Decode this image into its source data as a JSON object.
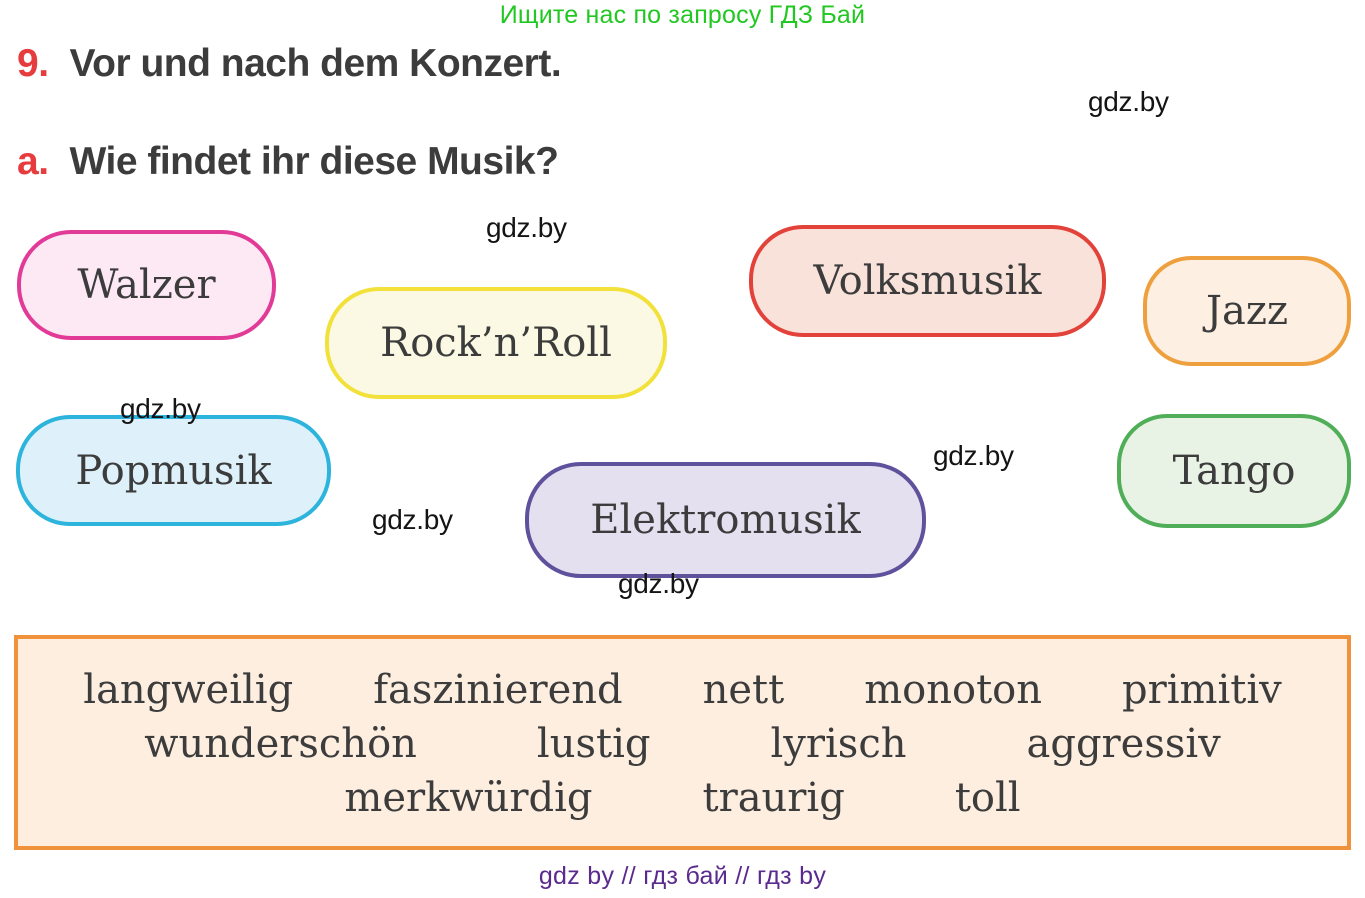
{
  "banner": {
    "text": "Ищите нас по запросу ГДЗ Бай",
    "color": "#22c822"
  },
  "headings": {
    "h1_num": "9.",
    "h1_text": "Vor und nach dem Konzert.",
    "h2_num": "a.",
    "h2_text": "Wie findet ihr diese Musik?",
    "accent_color": "#e73c3e",
    "text_color": "#3c3c3c"
  },
  "watermarks": {
    "top_right": "gdz.by",
    "above_rocknroll": "gdz.by",
    "above_popmusik": "gdz.by",
    "mid_left": "gdz.by",
    "right_of_elektro": "gdz.by",
    "below_elektro": "gdz.by"
  },
  "genres": [
    {
      "label": "Walzer",
      "border_color": "#e23a97",
      "fill_color": "#fce9f3"
    },
    {
      "label": "Rock’n’Roll",
      "border_color": "#f2e13b",
      "fill_color": "#fbf9e3"
    },
    {
      "label": "Volksmusik",
      "border_color": "#e2423a",
      "fill_color": "#f9e2d9"
    },
    {
      "label": "Jazz",
      "border_color": "#efa03e",
      "fill_color": "#fdf0e2"
    },
    {
      "label": "Popmusik",
      "border_color": "#2cb4dd",
      "fill_color": "#def1fa"
    },
    {
      "label": "Elektromusik",
      "border_color": "#60519c",
      "fill_color": "#e4e0f0"
    },
    {
      "label": "Tango",
      "border_color": "#4fae57",
      "fill_color": "#e9f3e5"
    }
  ],
  "adjectives_box": {
    "border_color": "#f0923c",
    "fill_color": "#fdeee0"
  },
  "adjective_rows": [
    [
      "langweilig",
      "faszinierend",
      "nett",
      "monoton",
      "primitiv"
    ],
    [
      "wunderschön",
      "lustig",
      "lyrisch",
      "aggressiv"
    ],
    [
      "merkwürdig",
      "traurig",
      "toll"
    ]
  ],
  "footer": {
    "text": "gdz by // гдз бай // гдз by",
    "color": "#5b2a8e"
  }
}
